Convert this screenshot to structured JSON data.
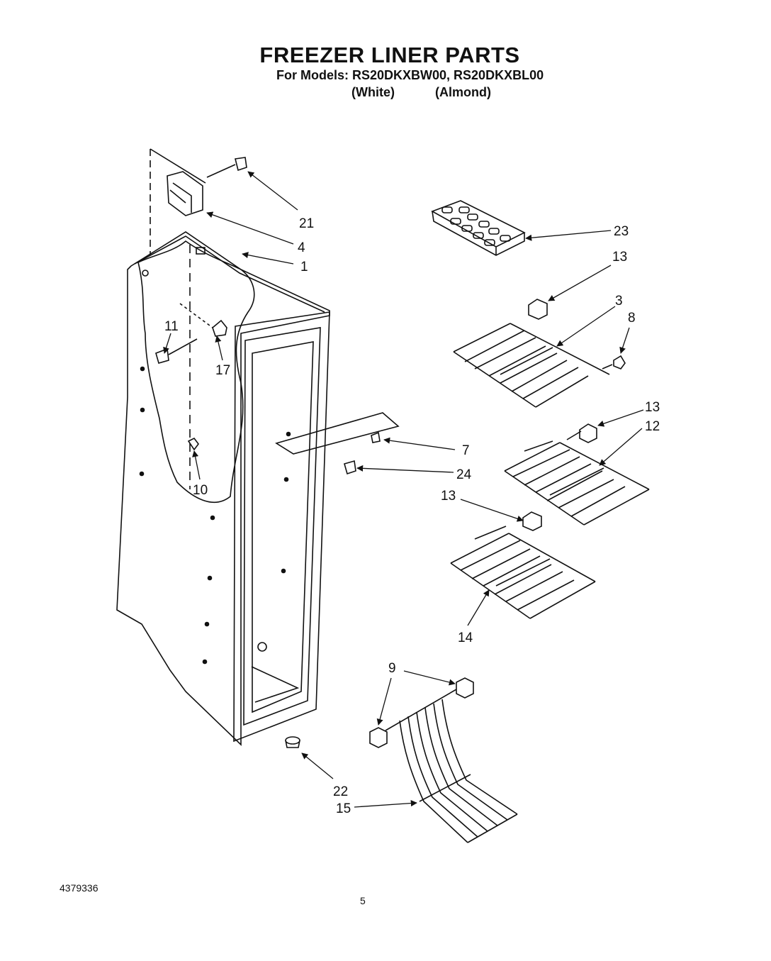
{
  "header": {
    "title": "FREEZER LINER PARTS",
    "models": "For Models: RS20DKXBW00, RS20DKXBL00",
    "variant_white": "(White)",
    "variant_almond": "(Almond)"
  },
  "callouts": {
    "c21": "21",
    "c4": "4",
    "c1": "1",
    "c23": "23",
    "c13a": "13",
    "c3": "3",
    "c8": "8",
    "c11": "11",
    "c17": "17",
    "c13b": "13",
    "c12": "12",
    "c7": "7",
    "c24": "24",
    "c10": "10",
    "c13c": "13",
    "c14": "14",
    "c9": "9",
    "c22": "22",
    "c15": "15"
  },
  "footer": {
    "doc_number": "4379336",
    "page_number": "5"
  }
}
